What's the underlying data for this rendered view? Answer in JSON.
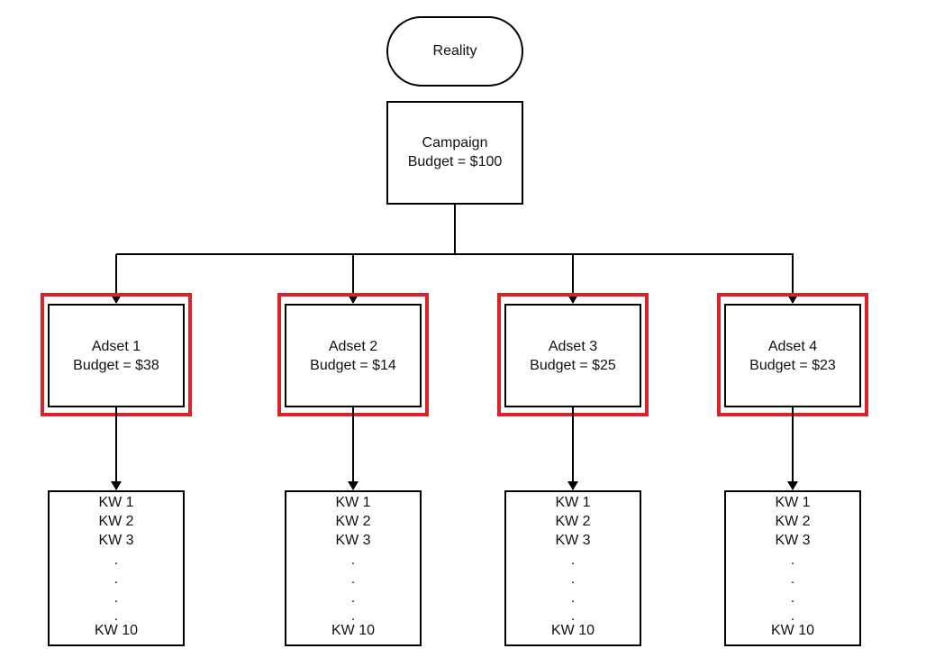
{
  "root": {
    "label": "Reality"
  },
  "campaign": {
    "line1": "Campaign",
    "line2": "Budget = $100"
  },
  "colors": {
    "highlight": "#d9232a",
    "stroke": "#000000",
    "text": "#111111"
  },
  "adsets": [
    {
      "name": "Adset 1",
      "budget": "Budget = $38",
      "keywords": [
        "KW 1",
        "KW 2",
        "KW 3",
        ".",
        ".",
        ".",
        ".",
        "KW 10"
      ]
    },
    {
      "name": "Adset 2",
      "budget": "Budget = $14",
      "keywords": [
        "KW 1",
        "KW 2",
        "KW 3",
        ".",
        ".",
        ".",
        ".",
        "KW 10"
      ]
    },
    {
      "name": "Adset 3",
      "budget": "Budget = $25",
      "keywords": [
        "KW 1",
        "KW 2",
        "KW 3",
        ".",
        ".",
        ".",
        ".",
        "KW 10"
      ]
    },
    {
      "name": "Adset 4",
      "budget": "Budget = $23",
      "keywords": [
        "KW 1",
        "KW 2",
        "KW 3",
        ".",
        ".",
        ".",
        ".",
        "KW 10"
      ]
    }
  ]
}
